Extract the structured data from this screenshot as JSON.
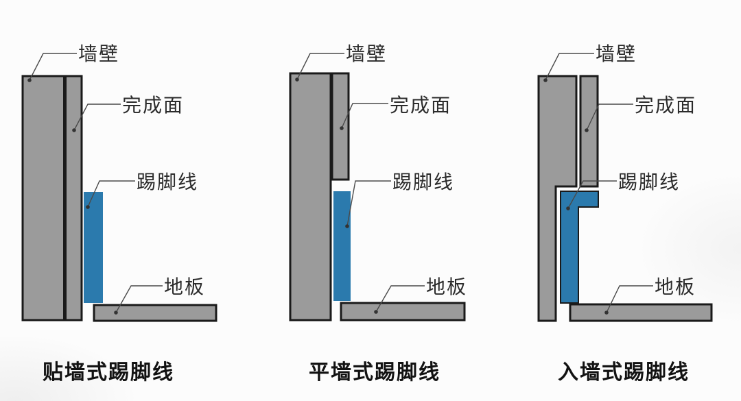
{
  "colors": {
    "wall_gray": "#9b9b9b",
    "skirting_blue": "#2b7aad",
    "outline_black": "#1a1a1a",
    "background": "#fcfcfc",
    "leader_line": "#4a4a4a"
  },
  "diagrams": [
    {
      "caption": "贴墙式踢脚线",
      "labels": {
        "wall": "墙壁",
        "finish": "完成面",
        "skirting": "踢脚线",
        "floor": "地板"
      }
    },
    {
      "caption": "平墙式踢脚线",
      "labels": {
        "wall": "墙壁",
        "finish": "完成面",
        "skirting": "踢脚线",
        "floor": "地板"
      }
    },
    {
      "caption": "入墙式踢脚线",
      "labels": {
        "wall": "墙壁",
        "finish": "完成面",
        "skirting": "踢脚线",
        "floor": "地板"
      }
    }
  ]
}
